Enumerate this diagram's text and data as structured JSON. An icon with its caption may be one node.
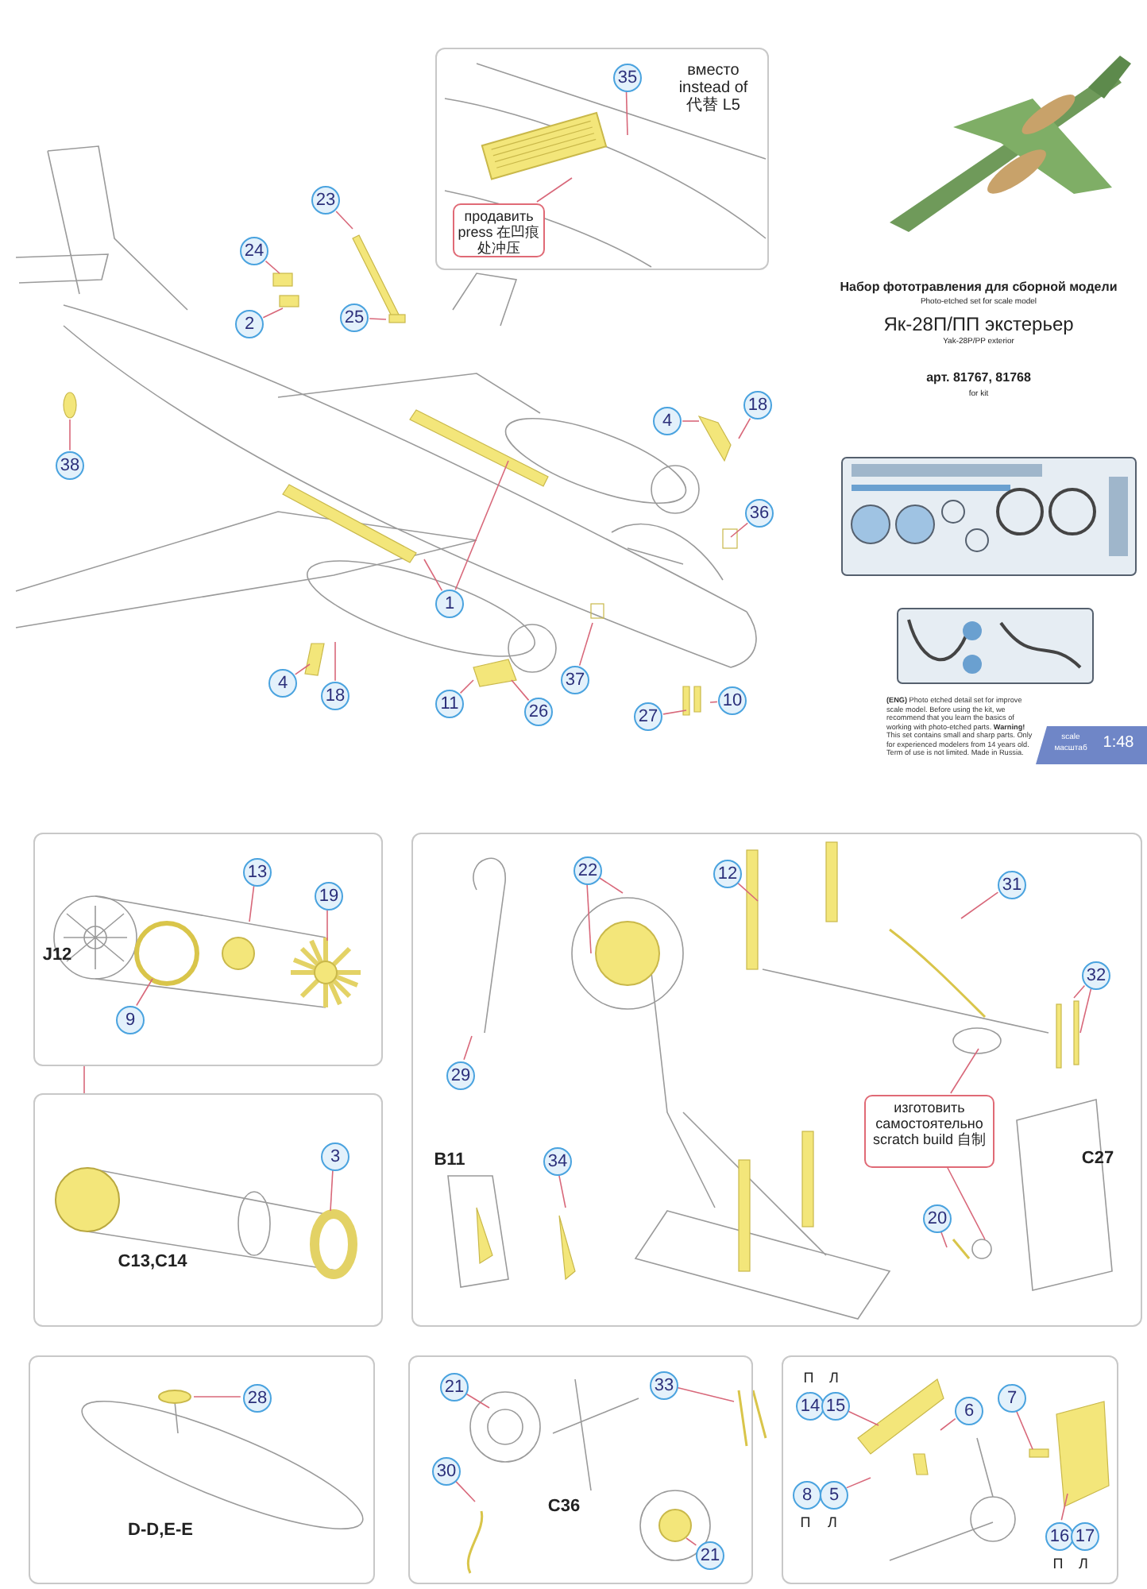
{
  "diagram": {
    "nodes": [
      {
        "text": [
          "вместо instead of 代替 L5"
        ]
      },
      {
        "text": [
          "35"
        ],
        "in": 0
      },
      {
        "text": [
          "продавить press 在凹痕处冲压"
        ],
        "in": 0
      },
      {
        "text": [
          "23"
        ]
      },
      {
        "text": [
          "24"
        ]
      },
      {
        "text": [
          "2"
        ]
      },
      {
        "text": [
          "25"
        ]
      },
      {
        "text": [
          "38"
        ]
      },
      {
        "text": [
          "1"
        ]
      },
      {
        "text": [
          "4"
        ]
      },
      {
        "text": [
          "18"
        ]
      },
      {
        "text": [
          "11"
        ]
      },
      {
        "text": [
          "26"
        ]
      },
      {
        "text": [
          "37"
        ]
      },
      {
        "text": [
          "27"
        ]
      },
      {
        "text": [
          "10"
        ]
      },
      {
        "text": [
          "4"
        ]
      },
      {
        "text": [
          "18"
        ]
      },
      {
        "text": [
          "36"
        ]
      },
      {
        "text": [],
        "shape": "box"
      },
      {
        "text": [
          "13"
        ],
        "in": 19
      },
      {
        "text": [
          "19"
        ],
        "in": 19
      },
      {
        "text": [
          "9"
        ],
        "in": 19
      },
      {
        "text": [],
        "shape": "box"
      },
      {
        "text": [
          "3"
        ],
        "in": 23
      },
      {
        "text": [],
        "shape": "box"
      },
      {
        "text": [
          "22"
        ],
        "in": 25
      },
      {
        "text": [
          "12"
        ],
        "in": 25
      },
      {
        "text": [
          "31"
        ],
        "in": 25
      },
      {
        "text": [
          "32"
        ],
        "in": 25
      },
      {
        "text": [
          "29"
        ],
        "in": 25
      },
      {
        "text": [
          "34"
        ],
        "in": 25
      },
      {
        "text": [
          "изготовить самостоятельно scratch build 自制"
        ],
        "in": 25
      },
      {
        "text": [
          "20"
        ],
        "in": 25
      },
      {
        "text": [],
        "shape": "box"
      },
      {
        "text": [
          "28"
        ],
        "in": 34
      },
      {
        "text": [],
        "shape": "box"
      },
      {
        "text": [
          "21"
        ],
        "in": 36
      },
      {
        "text": [
          "33"
        ],
        "in": 36
      },
      {
        "text": [
          "30"
        ],
        "in": 36
      },
      {
        "text": [
          "21"
        ],
        "in": 36
      },
      {
        "text": [],
        "shape": "box"
      },
      {
        "text": [
          "14"
        ],
        "in": 41
      },
      {
        "text": [
          "15"
        ],
        "in": 41
      },
      {
        "text": [
          "6"
        ],
        "in": 41
      },
      {
        "text": [
          "7"
        ],
        "in": 41
      },
      {
        "text": [
          "8"
        ],
        "in": 41
      },
      {
        "text": [
          "5"
        ],
        "in": 41
      },
      {
        "text": [
          "16"
        ],
        "in": 41
      },
      {
        "text": [
          "17"
        ],
        "in": 41
      }
    ],
    "edges": [
      {
        "from": 1,
        "to": null,
        "arrow": "none"
      },
      {
        "from": 2,
        "to": null,
        "arrow": "none"
      },
      {
        "from": 3,
        "to": null,
        "arrow": "none"
      },
      {
        "from": 4,
        "to": null,
        "arrow": "none"
      },
      {
        "from": 5,
        "to": null,
        "arrow": "none"
      },
      {
        "from": 6,
        "to": null,
        "arrow": "none"
      },
      {
        "from": 7,
        "to": null,
        "arrow": "none"
      },
      {
        "from": 8,
        "to": null,
        "arrow": "none"
      },
      {
        "from": 8,
        "to": null,
        "arrow": "none"
      },
      {
        "from": 9,
        "to": null,
        "arrow": "none"
      },
      {
        "from": 10,
        "to": null,
        "arrow": "none"
      },
      {
        "from": 11,
        "to": null,
        "arrow": "none"
      },
      {
        "from": 12,
        "to": null,
        "arrow": "none"
      },
      {
        "from": 13,
        "to": null,
        "arrow": "none"
      },
      {
        "from": 14,
        "to": null,
        "arrow": "none"
      },
      {
        "from": 15,
        "to": null,
        "arrow": "none"
      },
      {
        "from": 16,
        "to": null,
        "arrow": "none"
      },
      {
        "from": 17,
        "to": null,
        "arrow": "none"
      },
      {
        "from": 18,
        "to": null,
        "arrow": "none"
      },
      {
        "from": 19,
        "to": 23,
        "arrow": "none"
      },
      {
        "from": 20,
        "to": null,
        "arrow": "none"
      },
      {
        "from": 21,
        "to": null,
        "arrow": "none"
      },
      {
        "from": 22,
        "to": null,
        "arrow": "none"
      },
      {
        "from": 24,
        "to": null,
        "arrow": "none"
      },
      {
        "from": 26,
        "to": null,
        "arrow": "none"
      },
      {
        "from": 26,
        "to": null,
        "arrow": "none"
      },
      {
        "from": 27,
        "to": null,
        "arrow": "none"
      },
      {
        "from": 28,
        "to": null,
        "arrow": "none"
      },
      {
        "from": 29,
        "to": null,
        "arrow": "none"
      },
      {
        "from": 29,
        "to": null,
        "arrow": "none"
      },
      {
        "from": 30,
        "to": null,
        "arrow": "none"
      },
      {
        "from": 31,
        "to": null,
        "arrow": "none"
      },
      {
        "from": 32,
        "to": null,
        "arrow": "none"
      },
      {
        "from": 32,
        "to": null,
        "arrow": "none"
      },
      {
        "from": 33,
        "to": null,
        "arrow": "none"
      },
      {
        "from": 35,
        "to": null,
        "arrow": "none"
      },
      {
        "from": 37,
        "to": null,
        "arrow": "none"
      },
      {
        "from": 38,
        "to": null,
        "arrow": "none"
      },
      {
        "from": 39,
        "to": null,
        "arrow": "none"
      },
      {
        "from": 40,
        "to": null,
        "arrow": "none"
      },
      {
        "from": 43,
        "to": null,
        "arrow": "none"
      },
      {
        "from": 44,
        "to": null,
        "arrow": "none"
      },
      {
        "from": 45,
        "to": null,
        "arrow": "none"
      },
      {
        "from": 47,
        "to": null,
        "arrow": "none"
      },
      {
        "from": 48,
        "to": null,
        "arrow": "none"
      }
    ],
    "labels": [
      "Набор фототравления для сборной модели",
      "Photo-etched set for scale model",
      "Як-28П/ПП экстерьер",
      "Yak-28P/PP exterior",
      "арт. 81767, 81768",
      "for kit",
      "**(ENG)** Photo etched detail set for improve scale model. Before using the kit, we recommend that you learn the basics of working with photo-etched parts. **Warning!** This set contains small and sharp parts. Only for experienced modelers from 14 years old. Term of use is not limited. Made in Russia.",
      "scale",
      "масштаб",
      "1:48",
      "J12",
      "C13,C14",
      "B11",
      "C27",
      "D-D,E-E",
      "C36",
      "П",
      "Л",
      "П",
      "Л",
      "П",
      "Л"
    ]
  }
}
